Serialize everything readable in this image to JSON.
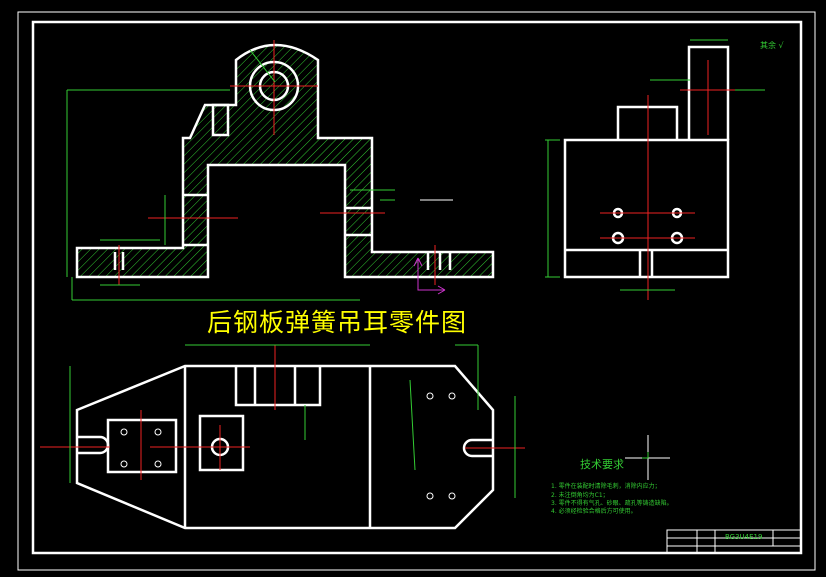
{
  "drawing_title": "后钢板弹簧吊耳零件图",
  "technical_requirements": {
    "heading": "技术要求",
    "items": [
      "1. 零件在装配时清除毛刺，消除内应力；",
      "2. 未注倒角均为C1；",
      "3. 零件不得有气孔、砂眼、疏孔等铸造缺陷。",
      "4. 必须经检验合格后方可使用。"
    ]
  },
  "roughness_note": "其余 √",
  "title_block": {
    "drawing_code": "BG3U4E19"
  },
  "colors": {
    "background": "#000000",
    "outline": "#ffffff",
    "dimension": "#33cc33",
    "centerline": "#ee2222",
    "title": "#ffff00"
  }
}
